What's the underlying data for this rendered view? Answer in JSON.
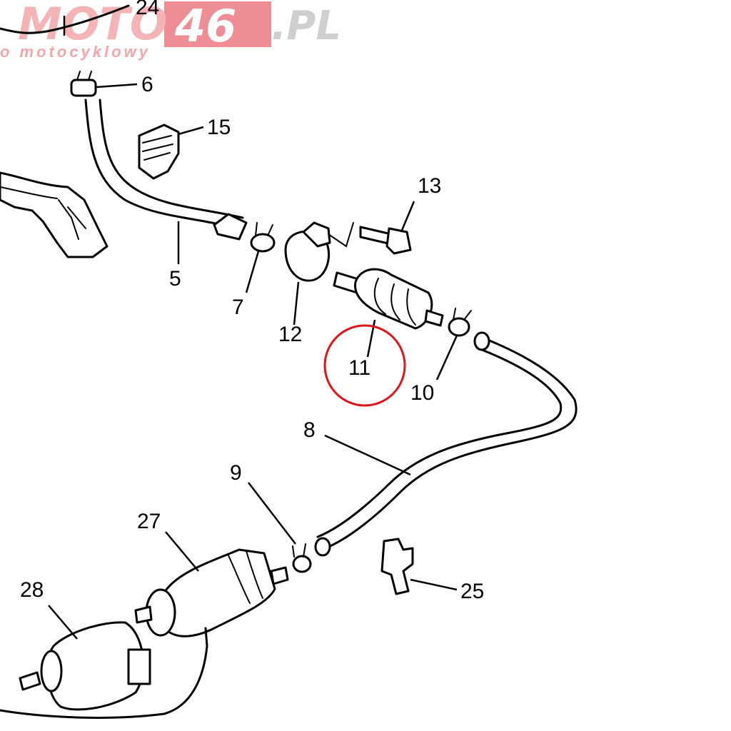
{
  "watermark": {
    "brand_left": "MOTO",
    "brand_number": "46",
    "brand_domain": ".PL",
    "tagline": "o motocyklowy",
    "colors": {
      "light": "#f2a0a0",
      "strong": "#e8747a",
      "dark_text": "#c9c9c9"
    }
  },
  "callouts": {
    "p24": "24",
    "p6": "6",
    "p15": "15",
    "p5": "5",
    "p7": "7",
    "p12": "12",
    "p13": "13",
    "p11": "11",
    "p10": "10",
    "p8": "8",
    "p9": "9",
    "p27": "27",
    "p28": "28",
    "p25": "25"
  },
  "highlight": {
    "part": "11",
    "color": "#e0151b"
  }
}
